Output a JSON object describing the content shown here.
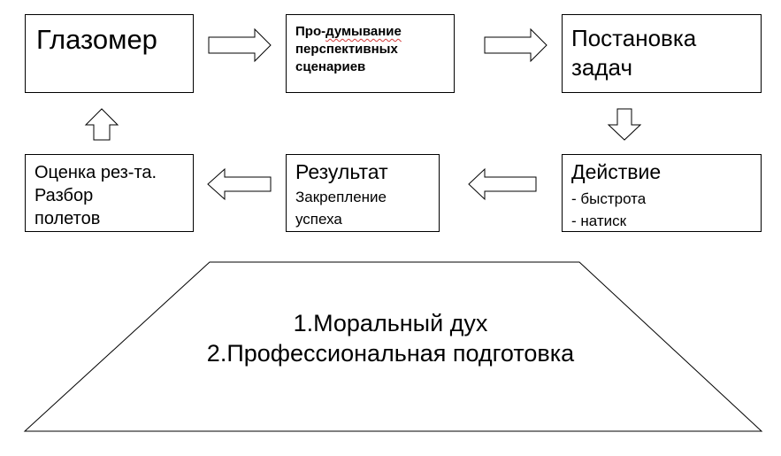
{
  "boxes": {
    "glazomer": {
      "title": "Глазомер"
    },
    "produmyvanie": {
      "line1_prefix": "Про-",
      "line1_word": "думывание",
      "line2": "перспективных",
      "line3": "сценариев"
    },
    "postanovka": {
      "line1": "Постановка",
      "line2": "задач"
    },
    "deistvie": {
      "title": "Действие",
      "item1": "- быстрота",
      "item2": "- натиск"
    },
    "rezultat": {
      "title": "Результат",
      "line1": "Закрепление",
      "line2": "успеха"
    },
    "ocenka": {
      "line1": "Оценка рез-та.",
      "line2": "Разбор",
      "line3": "полетов"
    }
  },
  "base": {
    "line1": "1.Моральный дух",
    "line2": "2.Профессиональная подготовка"
  },
  "colors": {
    "stroke": "#000000",
    "fill": "#ffffff",
    "spellcheck": "#d23a3a"
  }
}
